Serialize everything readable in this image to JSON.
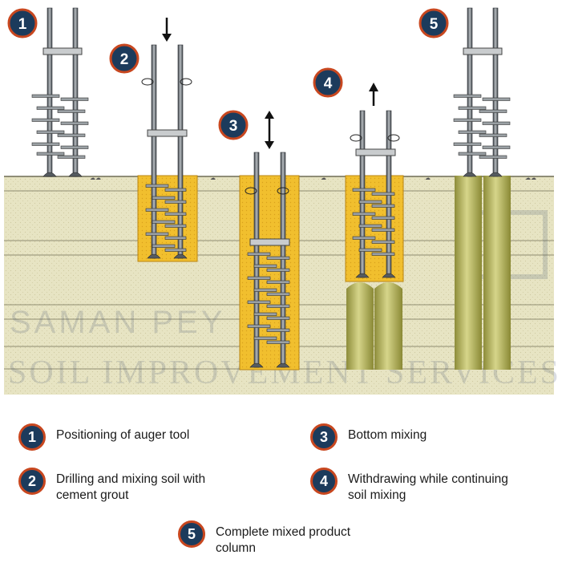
{
  "steps": [
    {
      "num": "1",
      "label": "Positioning of auger tool"
    },
    {
      "num": "2",
      "label": "Drilling and mixing soil with cement grout"
    },
    {
      "num": "3",
      "label": "Bottom mixing"
    },
    {
      "num": "4",
      "label": "Withdrawing while continuing soil mixing"
    },
    {
      "num": "5",
      "label": "Complete mixed product column"
    }
  ],
  "legend": {
    "l1": "Positioning of auger tool",
    "l2a": "Drilling and mixing soil with",
    "l2b": "cement grout",
    "l3": "Bottom mixing",
    "l4a": "Withdrawing while continuing",
    "l4b": "soil mixing",
    "l5a": "Complete mixed product",
    "l5b": "column"
  },
  "watermark": {
    "line1": "SAMAN PEY",
    "line2": "SOIL IMPROVEMENT SERVICES"
  },
  "colors": {
    "badge_fill": "#1c3b5c",
    "badge_ring": "#c8471f",
    "soil": "#e9e6c2",
    "grout": "#f0be2d",
    "column": "#b5b35a"
  }
}
